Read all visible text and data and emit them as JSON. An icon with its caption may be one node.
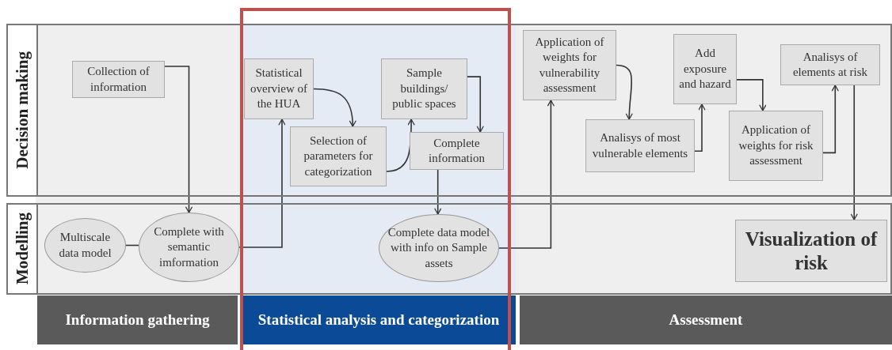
{
  "diagram": {
    "nodes": [
      {
        "text": [
          "Decision making"
        ]
      },
      {
        "text": [
          "Collection of information"
        ],
        "in": 0
      },
      {
        "text": [
          "Statistical overview of the HUA"
        ],
        "in": 0
      },
      {
        "text": [
          "Selection of parameters for categorization"
        ],
        "in": 0
      },
      {
        "text": [
          "Sample buildings/ public spaces"
        ],
        "in": 0
      },
      {
        "text": [
          "Complete information"
        ],
        "in": 0
      },
      {
        "text": [
          "Application of weights for vulnerability assessment"
        ],
        "in": 0
      },
      {
        "text": [
          "Analisys of most vulnerable elements"
        ],
        "in": 0
      },
      {
        "text": [
          "Add exposure and hazard"
        ],
        "in": 0
      },
      {
        "text": [
          "Application of weights for risk assessment"
        ],
        "in": 0
      },
      {
        "text": [
          "Analisys of elements at risk"
        ],
        "in": 0
      },
      {
        "text": [
          "Modelling"
        ]
      },
      {
        "text": [
          "Multiscale data model"
        ],
        "in": 11
      },
      {
        "text": [
          "Complete with semantic imformation"
        ],
        "in": 11
      },
      {
        "text": [
          "Complete data model with info on Sample assets"
        ],
        "in": 11
      },
      {
        "text": [
          "Visualization of risk"
        ],
        "in": 11
      },
      {
        "text": [
          "Information gathering"
        ]
      },
      {
        "text": [
          "Statistical analysis and categorization"
        ]
      },
      {
        "text": [
          "Assessment"
        ]
      }
    ],
    "edges": [
      {
        "from": 1,
        "to": 13,
        "arrow": "to"
      },
      {
        "from": 12,
        "to": 13,
        "arrow": "none"
      },
      {
        "from": 13,
        "to": 2,
        "arrow": "to"
      },
      {
        "from": 2,
        "to": 3,
        "arrow": "to"
      },
      {
        "from": 3,
        "to": 4,
        "arrow": "to"
      },
      {
        "from": 4,
        "to": 5,
        "arrow": "to"
      },
      {
        "from": 5,
        "to": 14,
        "arrow": "to"
      },
      {
        "from": 14,
        "to": 6,
        "arrow": "to"
      },
      {
        "from": 6,
        "to": 7,
        "arrow": "to"
      },
      {
        "from": 7,
        "to": 8,
        "arrow": "to"
      },
      {
        "from": 8,
        "to": 9,
        "arrow": "to"
      },
      {
        "from": 9,
        "to": 10,
        "arrow": "to"
      },
      {
        "from": 10,
        "to": 15,
        "arrow": "to"
      }
    ]
  }
}
